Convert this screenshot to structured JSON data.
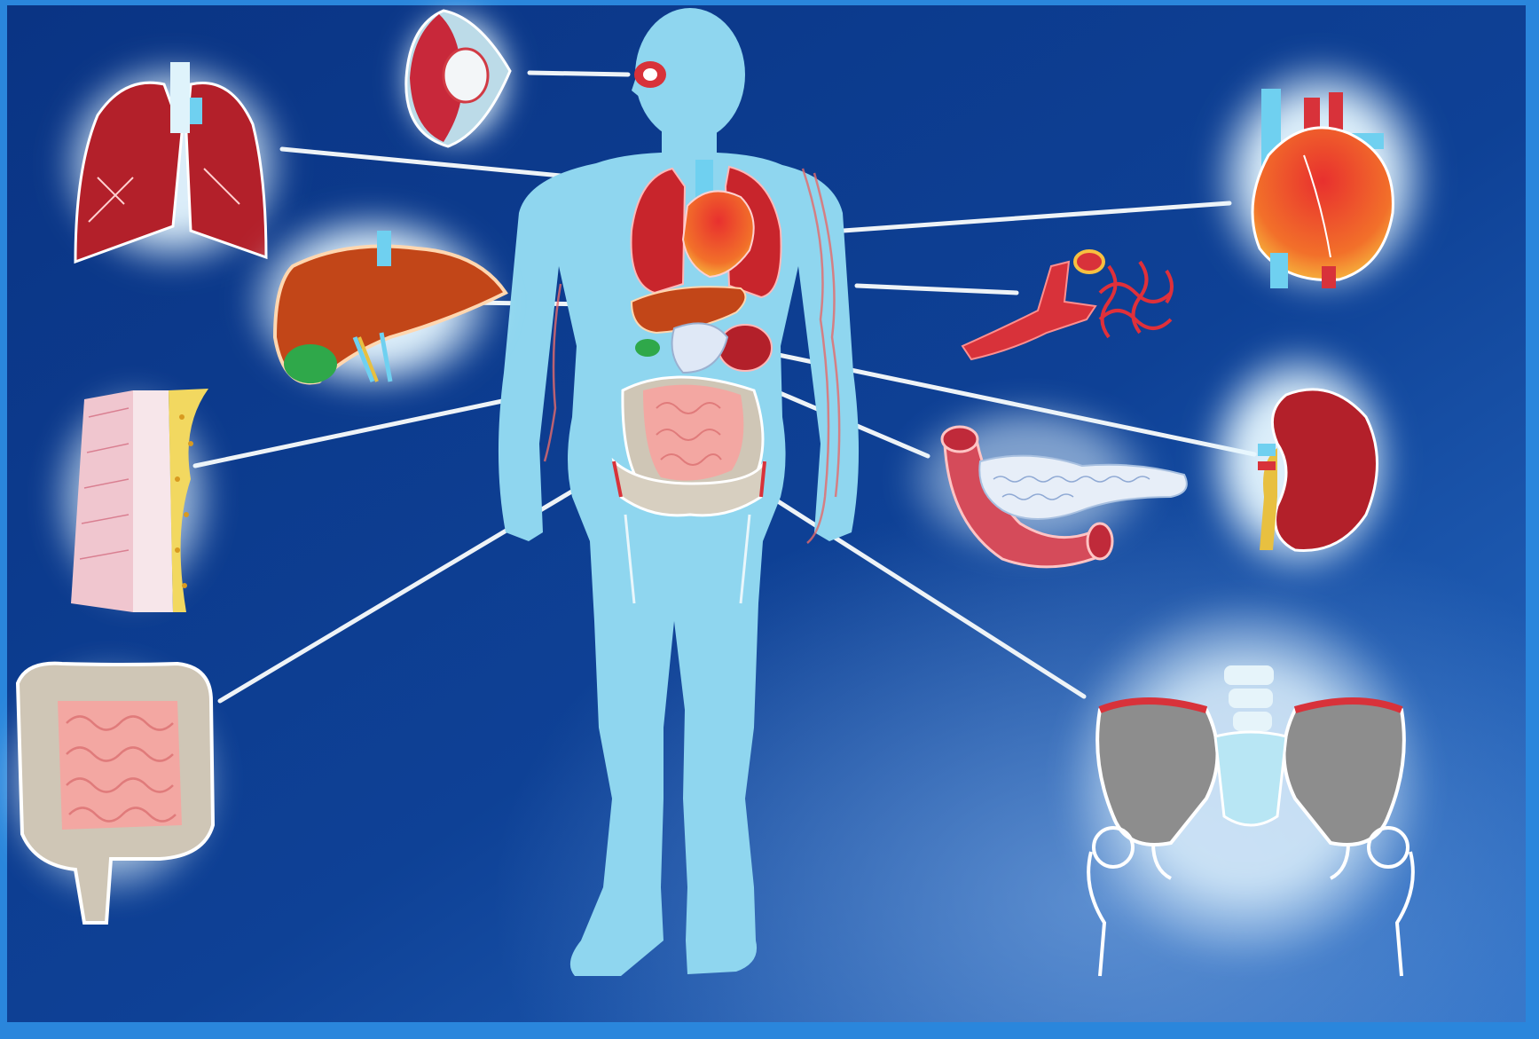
{
  "colors": {
    "background_dark": "#0d3a8c",
    "background_light": "#1f5fc0",
    "frame": "#1e7fd6",
    "body_silhouette": "#8fd6ef",
    "organ_red": "#c8252c",
    "organ_dark_red": "#9e1b23",
    "heart_orange": "#f28a2c",
    "liver_brown": "#c24618",
    "gallbladder_green": "#2fa84a",
    "intestine_pink": "#f3a7a2",
    "intestine_beige": "#cfc6b6",
    "bone_gray": "#8d8d8d",
    "pancreas_white": "#e7eef8",
    "glow": "#d9f3ff",
    "connector_line": "#eef3f7"
  },
  "figure": {
    "subject": "human-body-silhouette",
    "organs_in_body": [
      "eye",
      "lungs",
      "heart",
      "liver",
      "gallbladder",
      "stomach",
      "pancreas",
      "kidney",
      "small-intestine",
      "large-intestine",
      "pelvis",
      "blood-vessels"
    ]
  },
  "callouts": [
    {
      "id": "eye",
      "icon": "eye-icon",
      "side": "top"
    },
    {
      "id": "lungs",
      "icon": "lungs-icon",
      "side": "left"
    },
    {
      "id": "liver",
      "icon": "liver-icon",
      "side": "left"
    },
    {
      "id": "skin",
      "icon": "skin-layers-icon",
      "side": "left"
    },
    {
      "id": "intestines",
      "icon": "intestines-icon",
      "side": "left"
    },
    {
      "id": "heart",
      "icon": "heart-icon",
      "side": "right"
    },
    {
      "id": "blood-vessels",
      "icon": "blood-vessel-icon",
      "side": "right"
    },
    {
      "id": "kidney",
      "icon": "kidney-icon",
      "side": "right"
    },
    {
      "id": "pancreas",
      "icon": "pancreas-icon",
      "side": "right"
    },
    {
      "id": "pelvis",
      "icon": "pelvis-icon",
      "side": "right"
    }
  ]
}
